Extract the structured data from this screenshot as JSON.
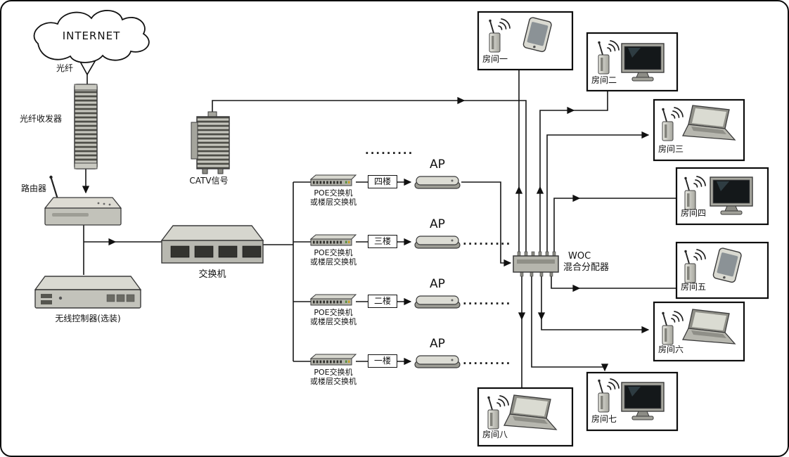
{
  "labels": {
    "internet": "INTERNET",
    "fiber": "光纤",
    "transceiver": "光纤收发器",
    "router": "路由器",
    "catv": "CATV信号",
    "switch": "交换机",
    "controller": "无线控制器(选装)",
    "woc1": "WOC",
    "woc2": "混合分配器",
    "dots": "........."
  },
  "floors": [
    {
      "poe1": "POE交换机",
      "poe2": "或楼层交换机",
      "tag": "四楼",
      "ap": "AP"
    },
    {
      "poe1": "POE交换机",
      "poe2": "或楼层交换机",
      "tag": "三楼",
      "ap": "AP"
    },
    {
      "poe1": "POE交换机",
      "poe2": "或楼层交换机",
      "tag": "二楼",
      "ap": "AP"
    },
    {
      "poe1": "POE交换机",
      "poe2": "或楼层交换机",
      "tag": "一楼",
      "ap": "AP"
    }
  ],
  "rooms": [
    {
      "label": "房间一",
      "device": "wall-panel"
    },
    {
      "label": "房间二",
      "device": "tv"
    },
    {
      "label": "房间三",
      "device": "laptop"
    },
    {
      "label": "房间四",
      "device": "tv"
    },
    {
      "label": "房间五",
      "device": "tablet"
    },
    {
      "label": "房间六",
      "device": "laptop"
    },
    {
      "label": "房间七",
      "device": "tv"
    },
    {
      "label": "房间八",
      "device": "laptop"
    }
  ],
  "colors": {
    "wire": "#161616",
    "device_light": "#d8d8d0",
    "device_mid": "#b5b5ad",
    "screen_dark": "#14181a"
  }
}
